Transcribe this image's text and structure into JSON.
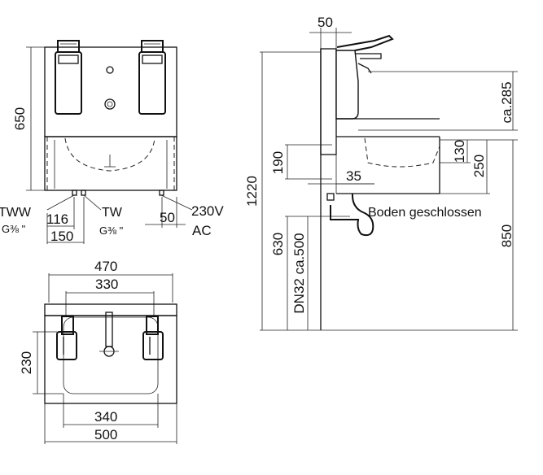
{
  "front_view": {
    "dim_height": "650",
    "label_tww": "TWW",
    "label_tww_thread": "G⅜ \"",
    "label_tw": "TW",
    "label_tw_thread": "G⅜ \"",
    "dim_116": "116",
    "dim_150": "150",
    "dim_50": "50",
    "label_voltage": "230V",
    "label_ac": "AC"
  },
  "top_view": {
    "dim_470": "470",
    "dim_330": "330",
    "dim_230": "230",
    "dim_340": "340",
    "dim_500": "500"
  },
  "side_view": {
    "dim_50_top": "50",
    "dim_ca285": "ca.285",
    "dim_1220": "1220",
    "dim_190": "190",
    "dim_130": "130",
    "dim_250": "250",
    "dim_35": "35",
    "label_floor": "Boden geschlossen",
    "dim_630": "630",
    "dim_dn32": "DN32 ca.500",
    "dim_850": "850"
  }
}
